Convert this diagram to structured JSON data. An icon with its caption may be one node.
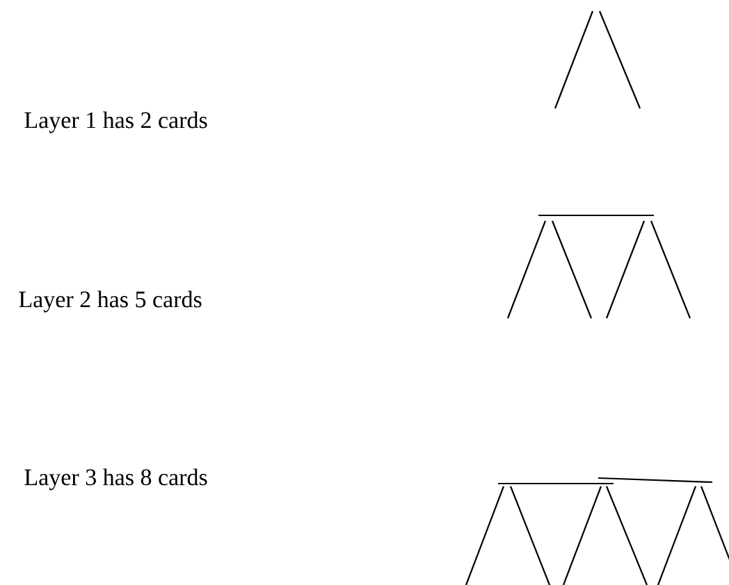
{
  "diagram": {
    "labels": [
      "Layer 1 has 2 cards",
      "Layer 2 has 5 cards",
      "Layer 3 has 8 cards"
    ]
  }
}
